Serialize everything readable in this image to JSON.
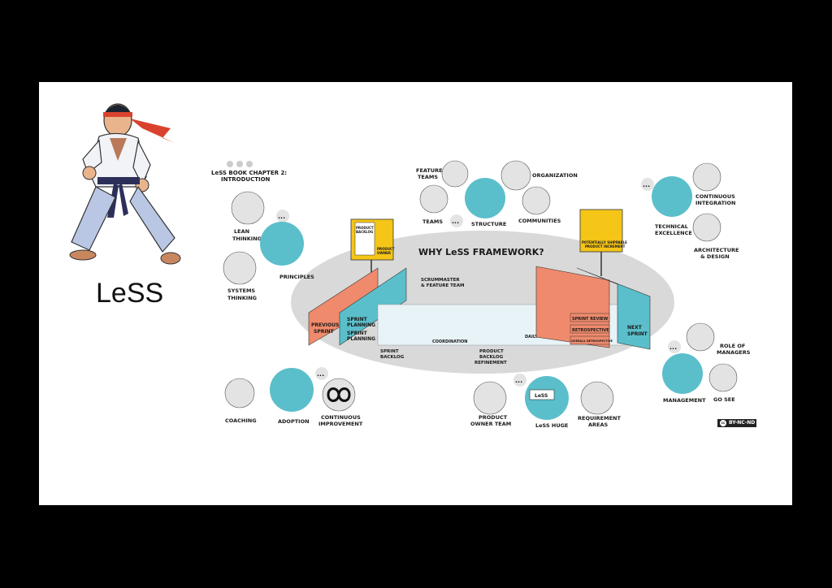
{
  "slide": {
    "title": "LeSS"
  },
  "diagram": {
    "heading": "WHY LeSS FRAMEWORK?",
    "book_chapter": [
      "LeSS BOOK CHAPTER 2:",
      "INTRODUCTION"
    ],
    "left": {
      "lean_thinking": [
        "LEAN",
        "THINKING"
      ],
      "principles": "PRINCIPLES",
      "systems_thinking": [
        "SYSTEMS",
        "THINKING"
      ]
    },
    "top": {
      "feature_teams": [
        "FEATURE",
        "TEAMS"
      ],
      "organization": "ORGANIZATION",
      "teams": "TEAMS",
      "structure": "STRUCTURE",
      "communities": "COMMUNITIES"
    },
    "right_top": {
      "technical_excellence": [
        "TECHNICAL",
        "EXCELLENCE"
      ],
      "continuous_integration": [
        "CONTINUOUS",
        "INTEGRATION"
      ],
      "architecture_design": [
        "ARCHITECTURE",
        "& DESIGN"
      ]
    },
    "framework": {
      "product_backlog": [
        "PRODUCT",
        "BACKLOG"
      ],
      "product_owner": [
        "PRODUCT",
        "OWNER"
      ],
      "potentially_shippable": [
        "POTENTIALLY SHIPPABLE",
        "PRODUCT INCREMENT"
      ],
      "previous_sprint": [
        "PREVIOUS",
        "SPRINT"
      ],
      "sprint_planning_1": [
        "SPRINT",
        "PLANNING 1"
      ],
      "sprint_planning_2": [
        "SPRINT",
        "PLANNING 2"
      ],
      "scrummaster": [
        "SCRUMMASTER",
        "& FEATURE TEAM"
      ],
      "coordination": "COORDINATION",
      "daily_scrum": "DAILY SCRUM",
      "sprint_backlog": [
        "SPRINT",
        "BACKLOG"
      ],
      "product_backlog_refinement": [
        "PRODUCT",
        "BACKLOG",
        "REFINEMENT"
      ],
      "sprint_review": "SPRINT REVIEW",
      "retrospective": "RETROSPECTIVE",
      "overall_retrospective": "OVERALL RETROSPECTIVE",
      "next_sprint": [
        "NEXT",
        "SPRINT"
      ]
    },
    "right_bottom": {
      "role_of_managers": [
        "ROLE OF",
        "MANAGERS"
      ],
      "management": "MANAGEMENT",
      "go_see": "GO SEE"
    },
    "bottom": {
      "coaching": "COACHING",
      "adoption": "ADOPTION",
      "continuous_improvement": [
        "CONTINUOUS",
        "IMPROVEMENT"
      ],
      "product_owner_team": [
        "PRODUCT",
        "OWNER TEAM"
      ],
      "less_huge": "LeSS HUGE",
      "requirement_areas": [
        "REQUIREMENT",
        "AREAS"
      ],
      "less_box": "LeSS"
    },
    "license": "BY-NC-ND",
    "license_logo": "cc",
    "more": "...",
    "colors": {
      "teal": "#5bbfcb",
      "salmon": "#ef8a6c",
      "yellow": "#f5c518",
      "gray": "#d9d9d9"
    }
  }
}
